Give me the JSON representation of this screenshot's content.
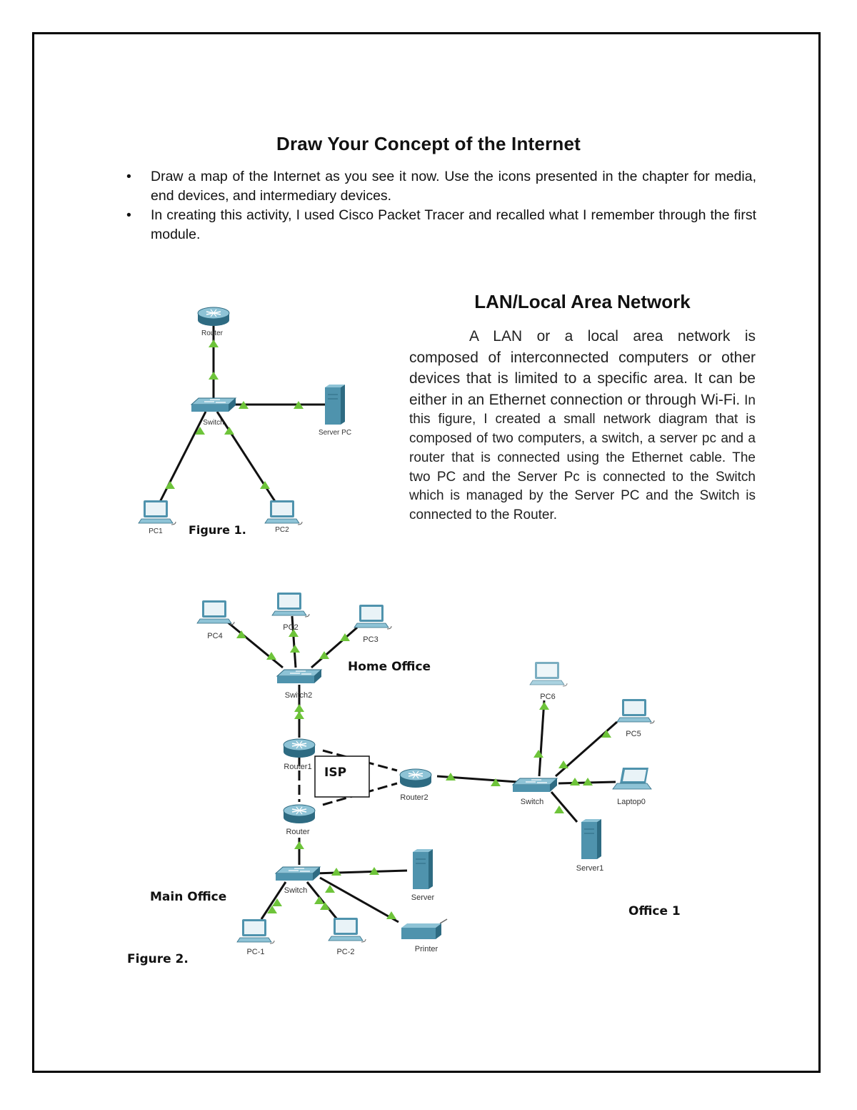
{
  "document": {
    "title": "Draw Your Concept of the Internet",
    "bullets": [
      "Draw a map of the Internet as you see it now. Use the icons presented in the chapter for media, end devices, and intermediary devices.",
      "In creating this activity, I used Cisco Packet Tracer and recalled what I remember through the first module."
    ],
    "bullet_symbol": "•",
    "lan_section": {
      "heading": "LAN/Local Area Network",
      "paragraph_part1": "A LAN or a local area network is composed of interconnected computers or other devices that is limited to a specific area. It can be either in an Ethernet connection or through Wi-Fi.",
      "paragraph_part2": " In this figure, I created a small network diagram that is composed of two computers, a switch, a server pc and a router that is connected using the Ethernet cable. The two PC and the Server Pc is connected to the Switch which is managed by the Server PC and the Switch is connected to the Router."
    }
  },
  "figure1": {
    "caption": "Figure 1.",
    "devices": {
      "router": "Router",
      "switch": "Switch",
      "server": "Server PC",
      "pc1": "PC1",
      "pc2": "PC2"
    }
  },
  "figure2": {
    "caption": "Figure 2.",
    "areas": {
      "home": "Home Office",
      "main": "Main Office",
      "office1": "Office 1",
      "isp": "ISP"
    },
    "devices": {
      "pc4": "PC4",
      "pc2": "PC2",
      "pc3": "PC3",
      "switch2": "Switch2",
      "router1": "Router1",
      "router2": "Router2",
      "router": "Router",
      "switch": "Switch",
      "server": "Server",
      "printer": "Printer",
      "pc_1": "PC-1",
      "pc_2": "PC-2",
      "pc6": "PC6",
      "pc5": "PC5",
      "laptop0": "Laptop0",
      "switch_o1": "Switch",
      "server1": "Server1"
    }
  },
  "colors": {
    "link": "#111111",
    "link_indicator": "#6ec43a",
    "device_fill": "#4f93ad",
    "device_dark": "#2e6b82",
    "device_light": "#8ec3d6",
    "screen": "#e9f3f7"
  }
}
